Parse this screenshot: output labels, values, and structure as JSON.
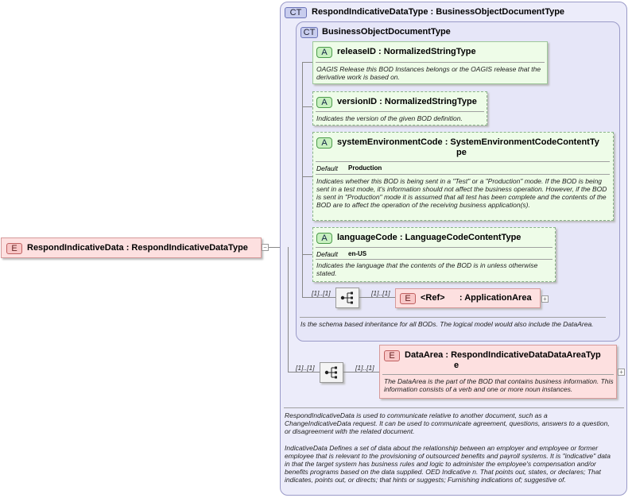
{
  "root": {
    "badge": "E",
    "title": "RespondIndicativeData : RespondIndicativeDataType"
  },
  "outer_type": {
    "badge": "CT",
    "title": "RespondIndicativeDataType : BusinessObjectDocumentType",
    "description_1": "RespondIndicativeData is used to communicate relative to another document, such as a ChangeIndicativeData request. It can be used to communicate agreement, questions, answers to a question, or disagreement with the related document.",
    "description_2": "IndicativeData  Defines a set of data about the relationship between an employer and employee or former employee that is relevant to the provisioning of outsourced benefits and payroll systems. It is \"indicative\" data in that the target system has business rules and logic to administer the employee's compensation and/or benefits programs based on the data supplied. OED Indicative n. That points out, states, or declares; That indicates, points out, or directs; that hints or suggests; Furnishing indications of; suggestive of."
  },
  "inner_type": {
    "badge": "CT",
    "title": "BusinessObjectDocumentType",
    "description": "Is the schema based inheritance for all BODs. The logical model would also include the DataArea."
  },
  "attributes": [
    {
      "badge": "A",
      "title": "releaseID : NormalizedStringType",
      "description": "OAGIS Release this BOD Instances belongs or the OAGIS release that the derivative work is based on."
    },
    {
      "badge": "A",
      "title": "versionID : NormalizedStringType",
      "description": "Indicates the version of the given BOD definition."
    },
    {
      "badge": "A",
      "title_line1": "systemEnvironmentCode : SystemEnvironmentCodeContentTy",
      "title_line2": "pe",
      "default_label": "Default",
      "default_value": "Production",
      "description": "Indicates whether this BOD is being sent in a \"Test\" or a \"Production\" mode. If the BOD is being sent in a test mode, it's information should not affect the business operation. However, if the BOD is sent in \"Production\" mode it is assumed that all test has been complete and the contents of the BOD are to affect the operation of the receiving business application(s)."
    },
    {
      "badge": "A",
      "title": "languageCode : LanguageCodeContentType",
      "default_label": "Default",
      "default_value": "en-US",
      "description": "Indicates the language that the contents of the BOD is in unless otherwise stated."
    }
  ],
  "application_area": {
    "badge": "E",
    "title": "<Ref>      : ApplicationArea",
    "seq_cardinality": "[1]..[1]",
    "elem_cardinality": "[1]..[1]"
  },
  "data_area": {
    "badge": "E",
    "title_line1": "DataArea : RespondIndicativeDataDataAreaTyp",
    "title_line2": "e",
    "description": "The DataArea is the part of the BOD that contains business information. This information consists of a verb and one or more noun instances.",
    "seq_cardinality": "[1]..[1]",
    "elem_cardinality": "[1]..[1]"
  },
  "colors": {
    "ct_fill": "#ececfa",
    "ct_border": "#9a9ac8",
    "attribute_fill": "#eefce8",
    "element_fill": "#fde0e0",
    "element_border": "#d69a9a"
  }
}
